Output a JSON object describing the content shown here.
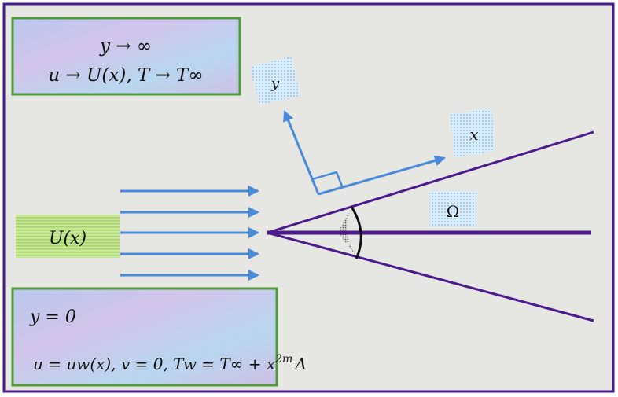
{
  "top_box": {
    "line1": "y → ∞",
    "line2": "u → U(x), T → T∞"
  },
  "bottom_box": {
    "line1": "y = 0",
    "line2_main": "u = uw(x), v = 0, Tw = T∞ + x",
    "line2_exponent": "2m",
    "line2_tail": "A"
  },
  "labels": {
    "y_axis": "y",
    "x_axis": "x",
    "angle": "Ω",
    "free_stream": "U(x)"
  },
  "colors": {
    "frame": "#4b1a8c",
    "box_border": "#4f9a3a",
    "arrow": "#4a8ad8",
    "wedge": "#4b1a8c",
    "stream_box": "#b8de80"
  }
}
